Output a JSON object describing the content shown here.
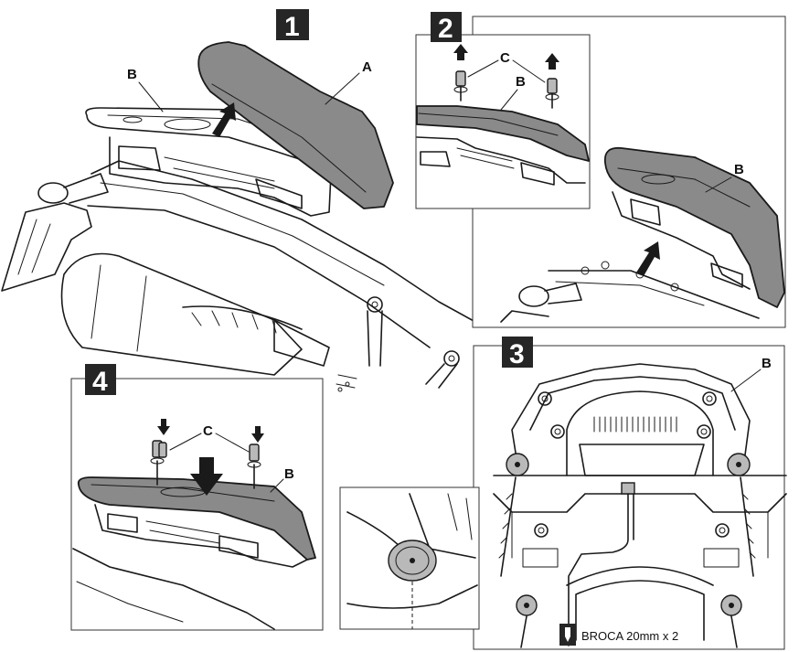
{
  "steps": {
    "step1": "1",
    "step2": "2",
    "step3": "3",
    "step4": "4"
  },
  "labels": {
    "part_a": "A",
    "part_b": "B",
    "part_c": "C"
  },
  "caption": {
    "drill": "BROCA 20mm x 2"
  },
  "colors": {
    "part_fill": "#8a8a8a",
    "ink": "#1a1a1a",
    "step_badge": "#262626"
  }
}
